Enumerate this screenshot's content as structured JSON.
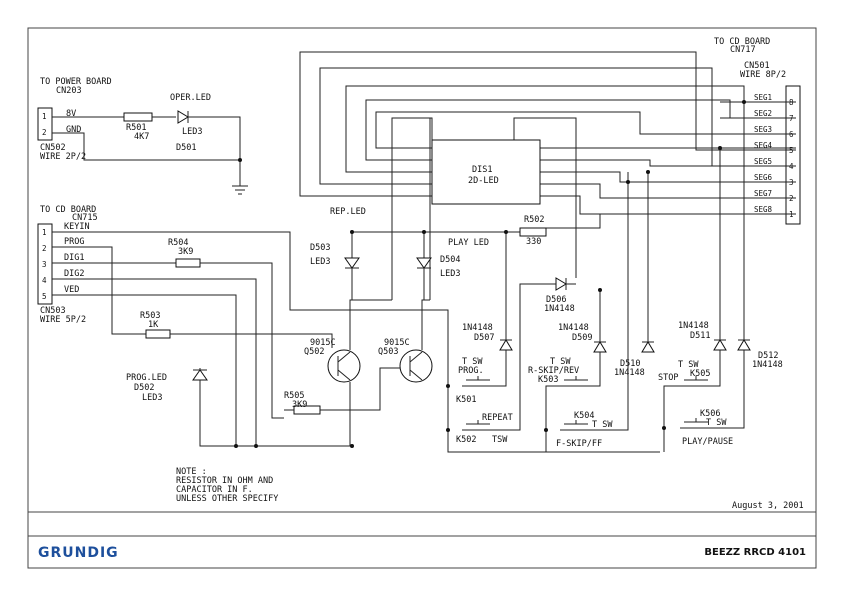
{
  "to_cd_board_top": "TO CD BOARD",
  "cn717": "CN717",
  "cn501": "CN501",
  "cn501_wire": "WIRE 8P/2",
  "seg_labels": [
    "SEG1",
    "SEG2",
    "SEG3",
    "SEG4",
    "SEG5",
    "SEG6",
    "SEG7",
    "SEG8"
  ],
  "seg_pins": [
    "8",
    "7",
    "6",
    "5",
    "4",
    "3",
    "2",
    "1"
  ],
  "to_power_board": "TO POWER BOARD",
  "cn203": "CN203",
  "cn502": "CN502",
  "cn502_wire": "WIRE 2P/2",
  "pin_1": "1",
  "pin_2": "2",
  "net_8v": "8V",
  "net_gnd": "GND",
  "r501": "R501",
  "r501_val": "4K7",
  "oper_led": "OPER.LED",
  "led3_a": "LED3",
  "d501": "D501",
  "to_cd_board_left": "TO CD BOARD",
  "cn715": "CN715",
  "keyin": "KEYIN",
  "cn503_nets": [
    "PROG",
    "DIG1",
    "DIG2",
    "VED"
  ],
  "cn503_pins": [
    "1",
    "2",
    "3",
    "4",
    "5"
  ],
  "cn503": "CN503",
  "cn503_wire": "WIRE 5P/2",
  "r504": "R504",
  "r504_val": "3K9",
  "r503": "R503",
  "r503_val": "1K",
  "prog_led": "PROG.LED",
  "d502": "D502",
  "led3_b": "LED3",
  "dis1": "DIS1",
  "dis1_type": "2D-LED",
  "rep_led": "REP.LED",
  "d503": "D503",
  "led3_c": "LED3",
  "d504": "D504",
  "led3_d": "LED3",
  "play_led": "PLAY LED",
  "r502": "R502",
  "r502_val": "330",
  "q502_type": "9015C",
  "q502": "Q502",
  "q503_type": "9015C",
  "q503": "Q503",
  "r505": "R505",
  "r505_val": "3K9",
  "d506": "D506",
  "d506_type": "1N4148",
  "d507_type": "1N4148",
  "d507": "D507",
  "d509_type": "1N4148",
  "d509": "D509",
  "d510": "D510",
  "d510_type": "1N4148",
  "d511_type": "1N4148",
  "d511": "D511",
  "d512": "D512",
  "d512_type": "1N4148",
  "k501_sw": "T SW",
  "k501_label": "PROG.",
  "k501": "K501",
  "k502_label": "REPEAT",
  "k502": "K502",
  "k502_sw": "TSW",
  "k503_sw": "T SW",
  "k503_label": "R-SKIP/REV",
  "k503": "K503",
  "k504": "K504",
  "k504_sw": "T SW",
  "k504_label": "F-SKIP/FF",
  "k505_sw": "T SW",
  "k505_label": "STOP",
  "k505": "K505",
  "k506": "K506",
  "k506_sw": "T SW",
  "k506_label": "PLAY/PAUSE",
  "note_lines": [
    "NOTE :",
    "RESISTOR IN OHM AND",
    "CAPACITOR IN F.",
    "UNLESS OTHER SPECIFY"
  ],
  "date": "August  3, 2001",
  "brand": "GRUNDIG",
  "model": "BEEZZ RRCD 4101"
}
